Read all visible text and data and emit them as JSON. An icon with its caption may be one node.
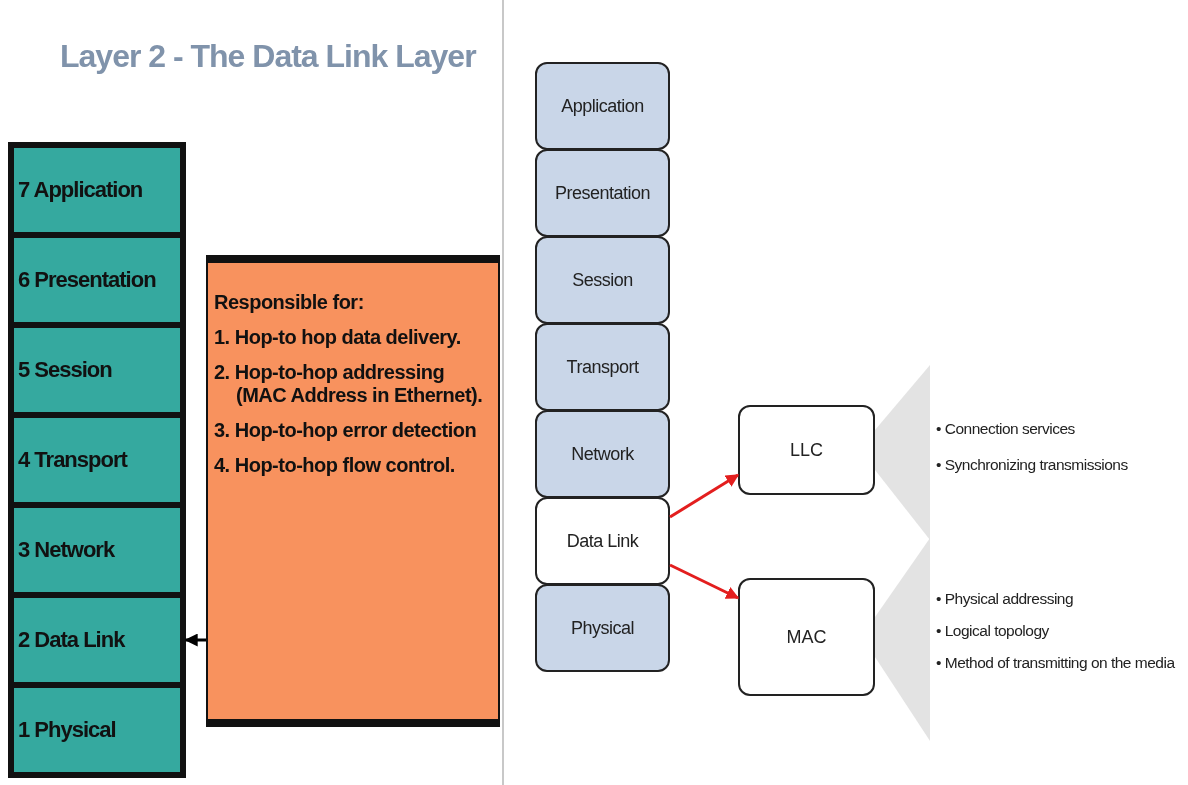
{
  "diagram": {
    "title": "Layer 2 - The Data Link Layer",
    "nodes": [
      {
        "text": [
          "7 Application"
        ]
      },
      {
        "text": [
          "6 Presentation"
        ]
      },
      {
        "text": [
          "5 Session"
        ]
      },
      {
        "text": [
          "4 Transport"
        ]
      },
      {
        "text": [
          "3 Network"
        ]
      },
      {
        "text": [
          "2 Data Link"
        ]
      },
      {
        "text": [
          "1 Physical"
        ]
      },
      {
        "text": [
          "Responsible for:",
          "1. Hop-to hop data delivery.",
          "2. Hop-to-hop addressing (MAC Address in Ethernet).",
          "3. Hop-to-hop error detection",
          "4. Hop-to-hop flow control."
        ]
      },
      {
        "text": [
          "Application"
        ]
      },
      {
        "text": [
          "Presentation"
        ]
      },
      {
        "text": [
          "Session"
        ]
      },
      {
        "text": [
          "Transport"
        ]
      },
      {
        "text": [
          "Network"
        ]
      },
      {
        "text": [
          "Data Link"
        ]
      },
      {
        "text": [
          "Physical"
        ]
      },
      {
        "text": [
          "LLC"
        ],
        "beside": [
          "• Connection services",
          "• Synchronizing transmissions"
        ]
      },
      {
        "text": [
          "MAC"
        ],
        "beside": [
          "• Physical addressing",
          "• Logical topology",
          "• Method of transmitting on the media"
        ]
      }
    ],
    "edges": [
      {
        "from": 7,
        "to": 5,
        "arrow": "to",
        "color": "#000000"
      },
      {
        "from": 13,
        "to": 15,
        "arrow": "to",
        "color": "#e31e1e"
      },
      {
        "from": 13,
        "to": 16,
        "arrow": "to",
        "color": "#e31e1e"
      }
    ]
  }
}
